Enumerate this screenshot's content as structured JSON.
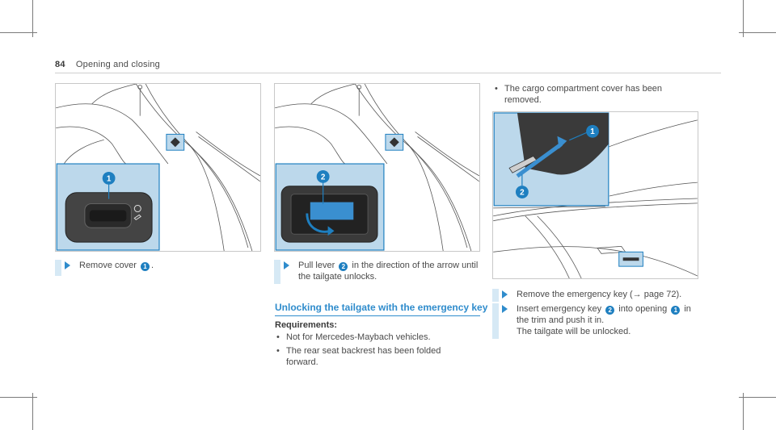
{
  "header": {
    "page_number": "84",
    "title": "Opening and closing"
  },
  "figures": {
    "fig1": {
      "callout_1": "1"
    },
    "fig2": {
      "callout_2": "2"
    },
    "fig3": {
      "callout_1": "1",
      "callout_2": "2"
    }
  },
  "col1": {
    "step1": {
      "text_before": "Remove cover",
      "badge": "1",
      "text_after": "."
    }
  },
  "col2": {
    "step1": {
      "line1_before": "Pull lever",
      "badge": "2",
      "line1_after": "in the direction of the arrow until",
      "line2": "the tailgate unlocks."
    },
    "section_heading": "Unlocking the tailgate with the emergency key",
    "requirements_label": "Requirements:",
    "requirements": [
      "Not for Mercedes-Maybach vehicles.",
      "The rear seat backrest has been folded forward."
    ]
  },
  "col3": {
    "intro_bullet": "The cargo compartment cover has been removed.",
    "step1": {
      "text": "Remove the emergency key (",
      "arrow": "→",
      "page_ref": "page 72)."
    },
    "step2": {
      "line1_before": "Insert emergency key",
      "badge2": "2",
      "line1_mid": "into opening",
      "badge1": "1",
      "line1_after": "in",
      "line2": "the trim and push it in.",
      "line3": "The tailgate will be unlocked."
    }
  },
  "colors": {
    "accent": "#2f8ccc",
    "callout": "#1e7fc0",
    "inset_bg": "#bcd8eb",
    "step_bar": "#d6e9f5"
  }
}
